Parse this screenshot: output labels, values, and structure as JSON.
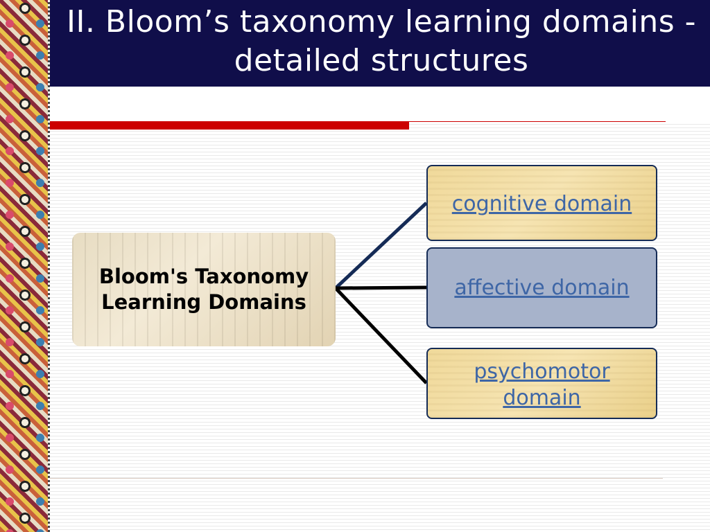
{
  "slide": {
    "title": "II. Bloom’s taxonomy learning domains - detailed structures"
  },
  "diagram": {
    "root": "Bloom's Taxonomy Learning Domains",
    "nodes": [
      {
        "label": "cognitive domain"
      },
      {
        "label": "affective domain"
      },
      {
        "label": "psychomotor domain"
      }
    ]
  },
  "colors": {
    "title_bar": "#100e4a",
    "accent_red": "#cc0000",
    "connector_top": "#152b56",
    "connector_other": "#000000",
    "link": "#3e66a6",
    "selected_node": "#a7b3cb"
  }
}
